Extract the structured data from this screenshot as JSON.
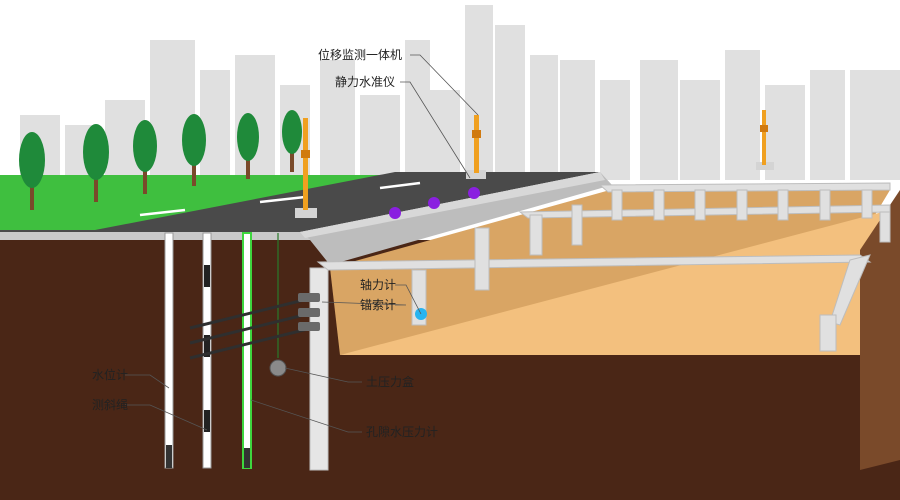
{
  "labels": {
    "monitor_all_in_one": "位移监测一体机",
    "static_level": "静力水准仪",
    "axial_force_meter": "轴力计",
    "anchor_cable_meter": "锚索计",
    "earth_pressure_cell": "土压力盒",
    "water_level_meter": "水位计",
    "inclinometer_rope": "测斜绳",
    "pore_pressure_meter": "孔隙水压力计"
  },
  "icons": {
    "tree": "tree-icon",
    "monitor_pole": "monitor-pole-icon",
    "level_sensor": "level-sensor-dot",
    "axial_sensor": "axial-sensor-dot"
  },
  "colors": {
    "sky": "#ffffff",
    "city": "#dcdcdc",
    "grass": "#3fbf3f",
    "road": "#4a4a4a",
    "soil": "#4a2616",
    "pit_floor": "#f3c07e",
    "pit_wall": "#d9a564",
    "level_sensor": "#8a1fe0",
    "axial_sensor": "#27b4f0",
    "pole": "#f0a020"
  }
}
